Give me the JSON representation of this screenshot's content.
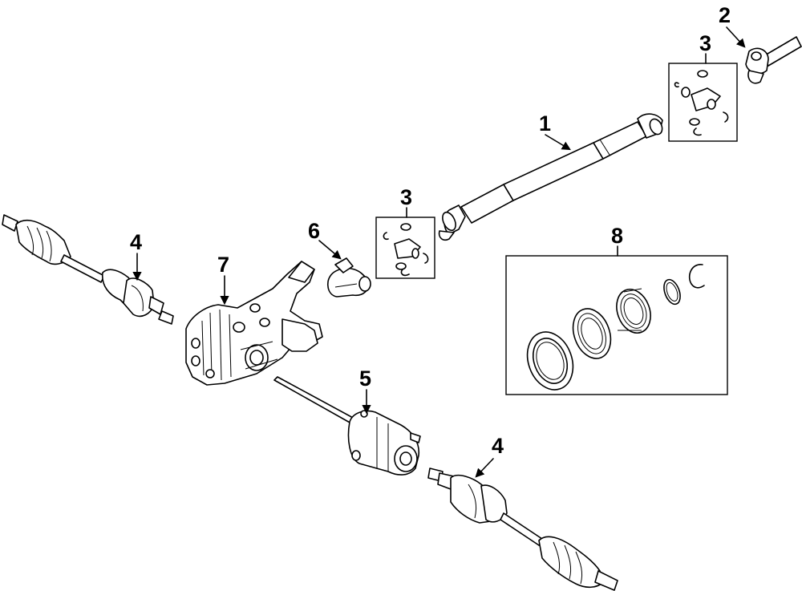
{
  "diagram": {
    "callouts": [
      {
        "id": "c1",
        "label": "1"
      },
      {
        "id": "c2",
        "label": "2"
      },
      {
        "id": "c3a",
        "label": "3"
      },
      {
        "id": "c3b",
        "label": "3"
      },
      {
        "id": "c4a",
        "label": "4"
      },
      {
        "id": "c4b",
        "label": "4"
      },
      {
        "id": "c5",
        "label": "5"
      },
      {
        "id": "c6",
        "label": "6"
      },
      {
        "id": "c7",
        "label": "7"
      },
      {
        "id": "c8",
        "label": "8"
      }
    ]
  }
}
